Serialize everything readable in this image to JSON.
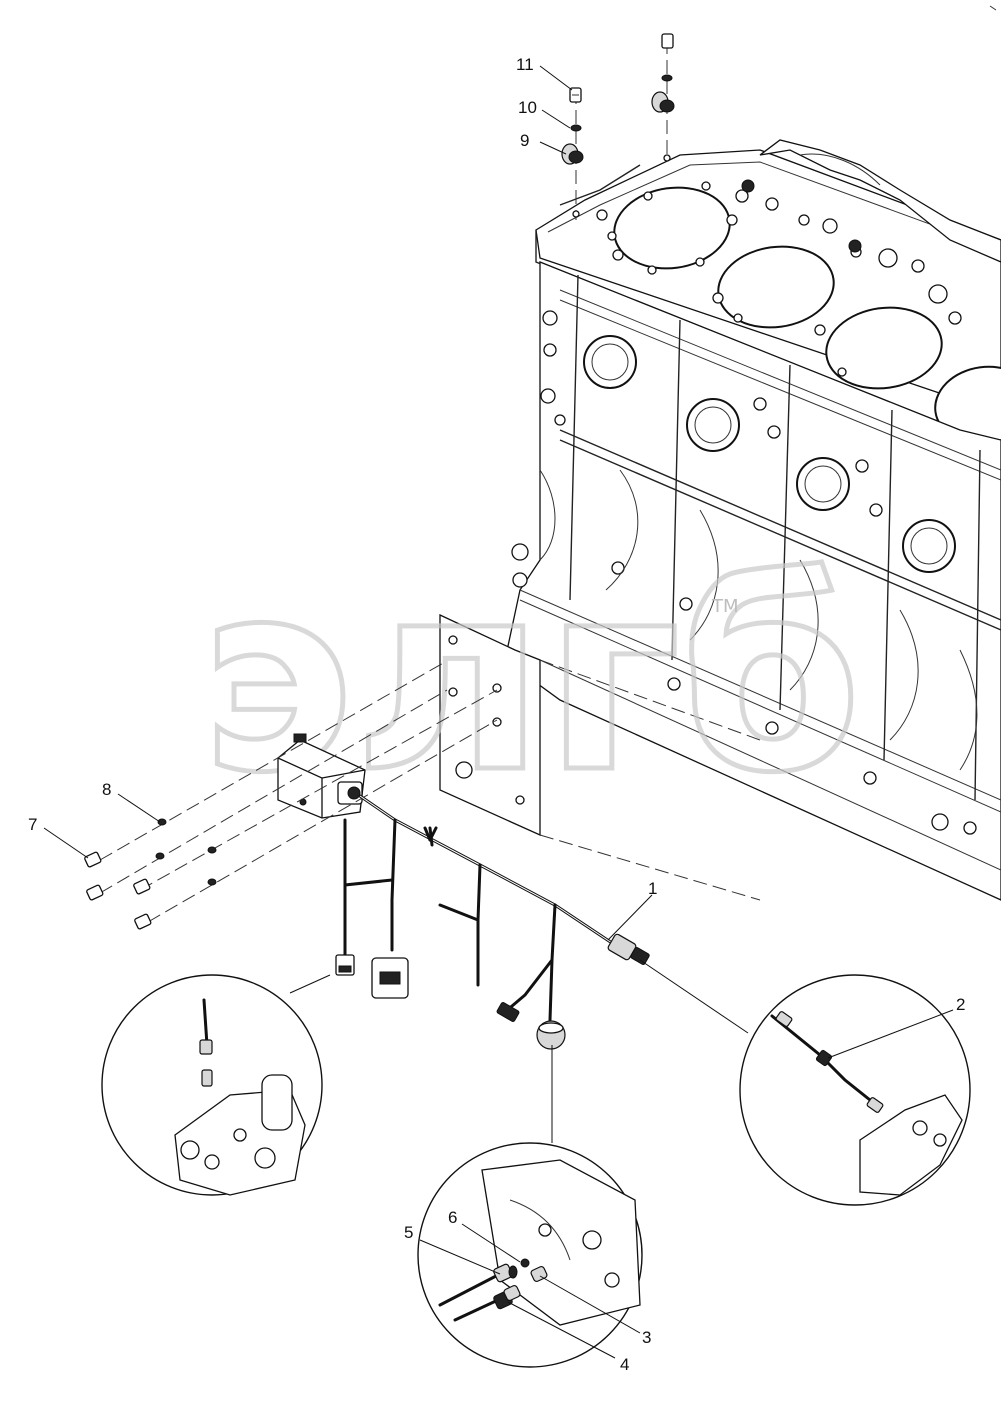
{
  "watermark": {
    "text": "элгб",
    "trademark": "TM"
  },
  "callouts": [
    {
      "id": "callout-1",
      "label": "1"
    },
    {
      "id": "callout-2",
      "label": "2"
    },
    {
      "id": "callout-3",
      "label": "3"
    },
    {
      "id": "callout-4",
      "label": "4"
    },
    {
      "id": "callout-5",
      "label": "5"
    },
    {
      "id": "callout-6",
      "label": "6"
    },
    {
      "id": "callout-7",
      "label": "7"
    },
    {
      "id": "callout-8",
      "label": "8"
    },
    {
      "id": "callout-9",
      "label": "9"
    },
    {
      "id": "callout-10",
      "label": "10"
    },
    {
      "id": "callout-11",
      "label": "11"
    }
  ]
}
